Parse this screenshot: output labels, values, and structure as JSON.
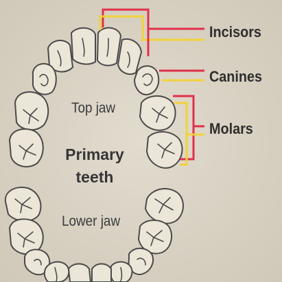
{
  "labels": {
    "incisors": "Incisors",
    "canines": "Canines",
    "molars": "Molars",
    "top_jaw": "Top jaw",
    "lower_jaw": "Lower jaw",
    "title_line1": "Primary",
    "title_line2": "teeth"
  },
  "colors": {
    "background": "#d9d2c4",
    "tooth_fill": "#ece6d8",
    "tooth_outline": "#4a4a4a",
    "red_line": "#e0304a",
    "yellow_line": "#f2d23a"
  }
}
